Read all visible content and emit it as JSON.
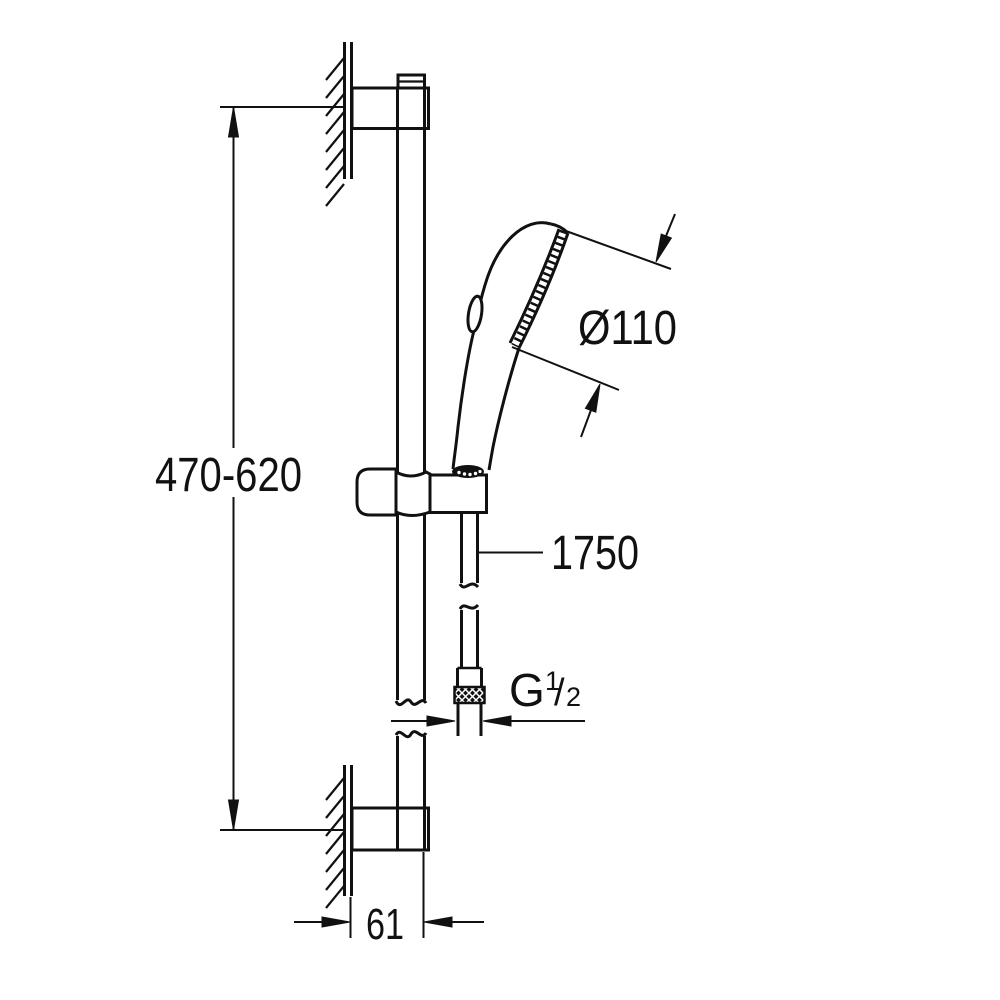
{
  "drawing": {
    "background_color": "#ffffff",
    "line_color": "#111111",
    "labels": {
      "rail_height_range": "470-620",
      "head_diameter": "Ø110",
      "hose_length": "1750",
      "thread_letter": "G",
      "thread_numerator": "1",
      "thread_slash": "/",
      "thread_denominator": "2",
      "wall_offset": "61"
    }
  }
}
